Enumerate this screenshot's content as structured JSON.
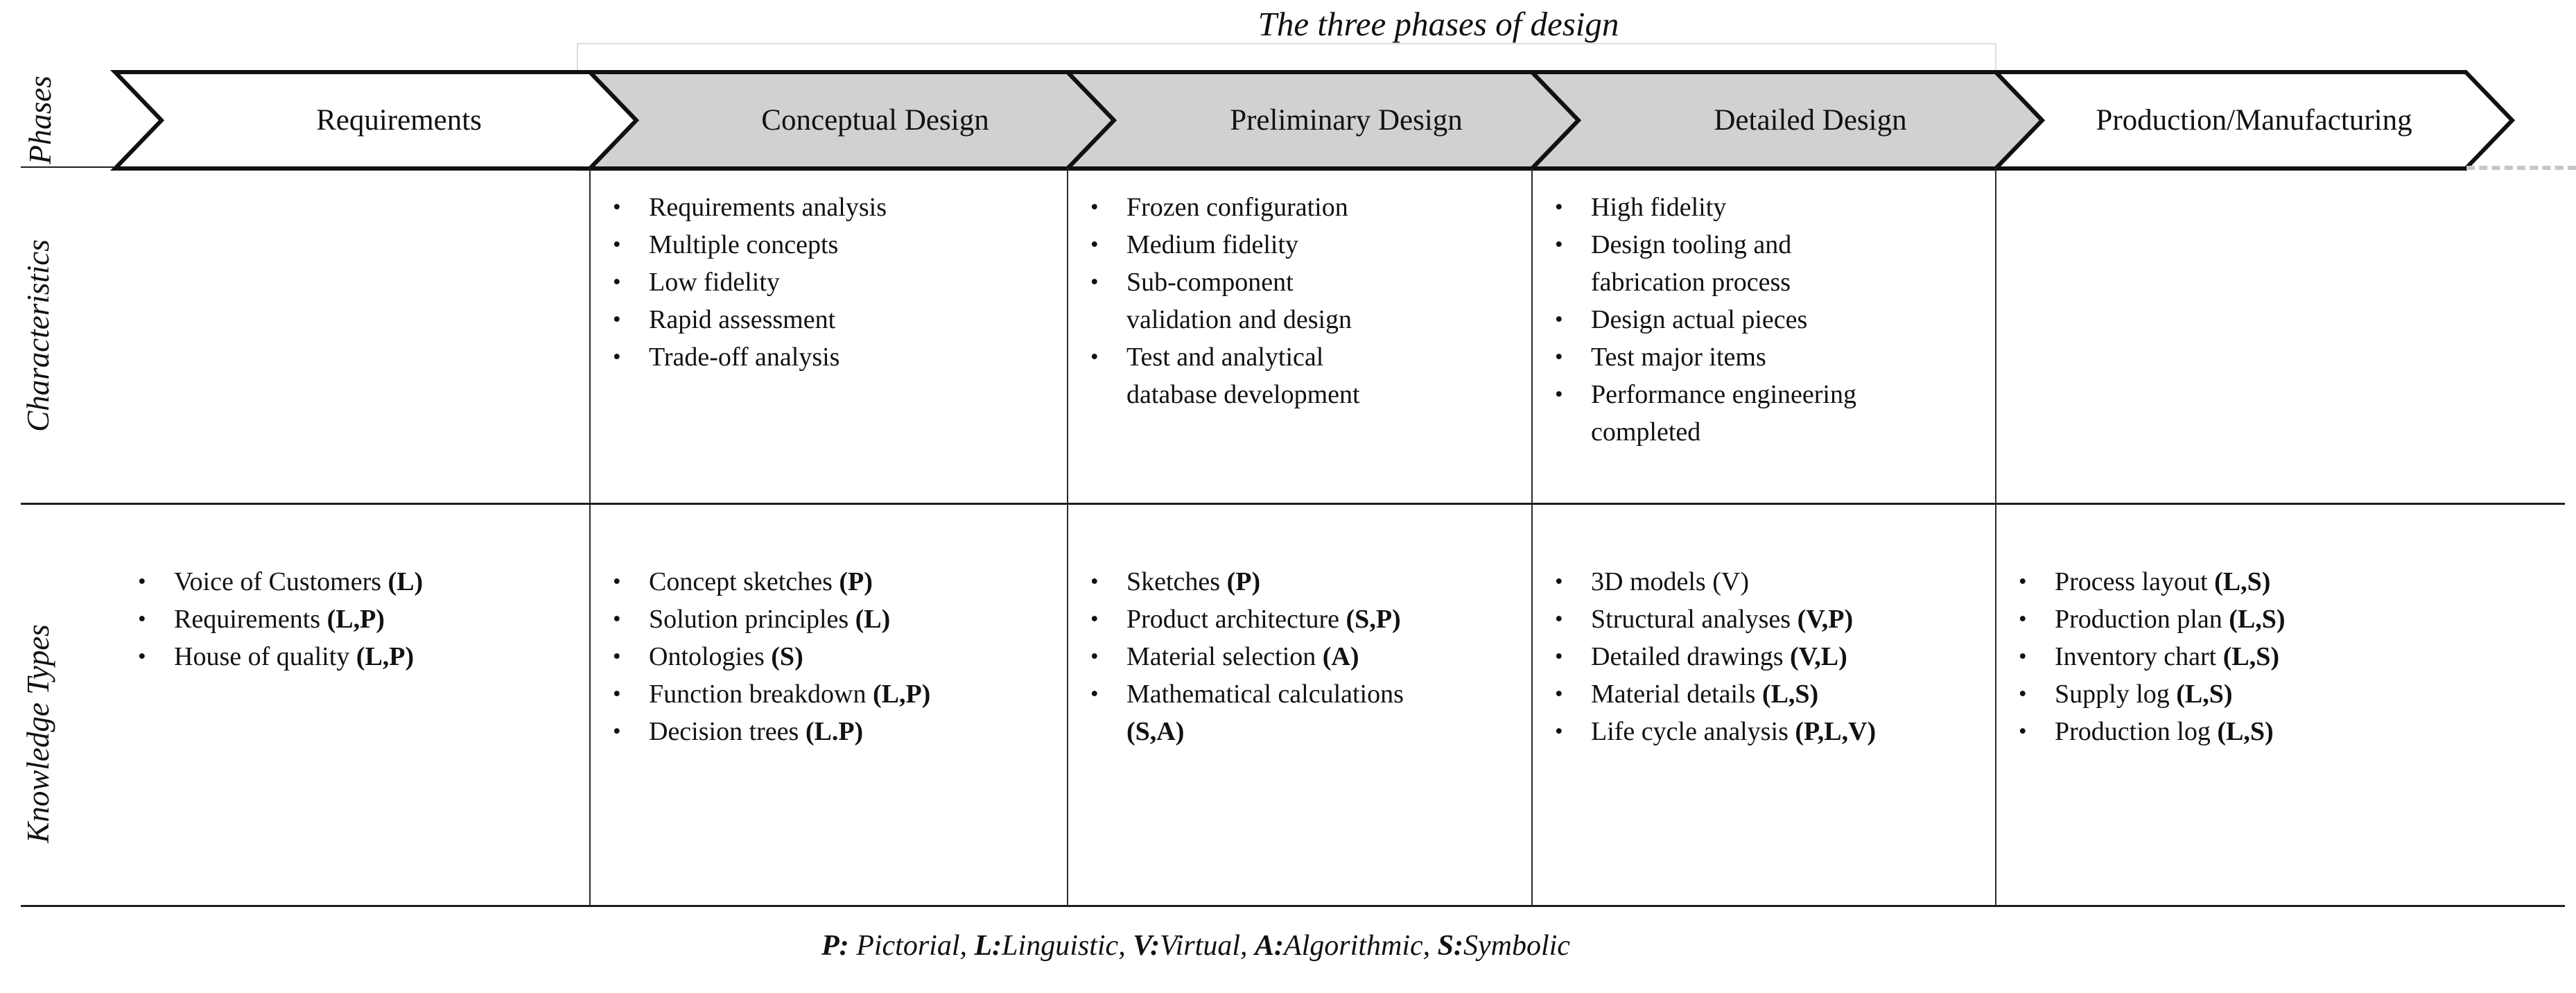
{
  "title": "The three phases of design",
  "row_labels": {
    "phases": "Phases",
    "characteristics": "Characteristics",
    "knowledge": "Knowledge Types"
  },
  "phases": [
    {
      "label": "Requirements",
      "fill": "white"
    },
    {
      "label": "Conceptual Design",
      "fill": "gray"
    },
    {
      "label": "Preliminary Design",
      "fill": "gray"
    },
    {
      "label": "Detailed Design",
      "fill": "gray"
    },
    {
      "label": "Production/Manufacturing",
      "fill": "white"
    }
  ],
  "characteristics": [
    [],
    [
      {
        "text": "Requirements analysis"
      },
      {
        "text": "Multiple concepts"
      },
      {
        "text": "Low fidelity"
      },
      {
        "text": "Rapid assessment"
      },
      {
        "text": "Trade-off analysis"
      }
    ],
    [
      {
        "text": "Frozen configuration"
      },
      {
        "text": "Medium fidelity"
      },
      {
        "text": "Sub-component\nvalidation and design"
      },
      {
        "text": "Test and analytical\ndatabase development"
      }
    ],
    [
      {
        "text": "High fidelity"
      },
      {
        "text": "Design tooling and\nfabrication process"
      },
      {
        "text": "Design actual pieces"
      },
      {
        "text": "Test major items"
      },
      {
        "text": "Performance engineering\ncompleted"
      }
    ],
    []
  ],
  "knowledge_types": [
    [
      {
        "text": "Voice of Customers ",
        "tag": "(L)",
        "bold": true
      },
      {
        "text": "Requirements ",
        "tag": "(L,P)",
        "bold": true
      },
      {
        "text": "House of quality ",
        "tag": "(L,P)",
        "bold": true
      }
    ],
    [
      {
        "text": "Concept sketches ",
        "tag": "(P)",
        "bold": true
      },
      {
        "text": "Solution principles ",
        "tag": "(L)",
        "bold": true
      },
      {
        "text": "Ontologies ",
        "tag": "(S)",
        "bold": true
      },
      {
        "text": "Function breakdown ",
        "tag": "(L,P)",
        "bold": true
      },
      {
        "text": "Decision trees ",
        "tag": "(L.P)",
        "bold": true
      }
    ],
    [
      {
        "text": "Sketches ",
        "tag": "(P)",
        "bold": true
      },
      {
        "text": "Product architecture ",
        "tag": "(S,P)",
        "bold": true
      },
      {
        "text": "Material selection ",
        "tag": "(A)",
        "bold": true
      },
      {
        "text": "Mathematical calculations\n",
        "tag": "(S,A)",
        "bold": true
      }
    ],
    [
      {
        "text": "3D models ",
        "tag": "(V)",
        "bold": false
      },
      {
        "text": "Structural analyses ",
        "tag": "(V,P)",
        "bold": true
      },
      {
        "text": "Detailed drawings ",
        "tag": "(V,L)",
        "bold": true
      },
      {
        "text": "Material details ",
        "tag": "(L,S)",
        "bold": true
      },
      {
        "text": "Life cycle analysis ",
        "tag": "(P,L,V)",
        "bold": true
      }
    ],
    [
      {
        "text": "Process layout ",
        "tag": "(L,S)",
        "bold": true
      },
      {
        "text": "Production plan ",
        "tag": "(L,S)",
        "bold": true
      },
      {
        "text": "Inventory chart ",
        "tag": "(L,S)",
        "bold": true
      },
      {
        "text": "Supply log ",
        "tag": "(L,S)",
        "bold": true
      },
      {
        "text": "Production log ",
        "tag": "(L,S)",
        "bold": true
      }
    ]
  ],
  "legend": {
    "parts": [
      {
        "key": "P:",
        "value": " Pictorial, "
      },
      {
        "key": "L:",
        "value": "Linguistic, "
      },
      {
        "key": "V:",
        "value": "Virtual, "
      },
      {
        "key": "A:",
        "value": "Algorithmic, "
      },
      {
        "key": "S:",
        "value": "Symbolic"
      }
    ]
  },
  "colors": {
    "arrow_gray": "#d1d1d1",
    "arrow_white": "#ffffff",
    "arrow_stroke": "#111111",
    "grid_line": "#2b2b2b",
    "dash": "#c6c6c6",
    "faint_box": "#dcdcdc"
  }
}
